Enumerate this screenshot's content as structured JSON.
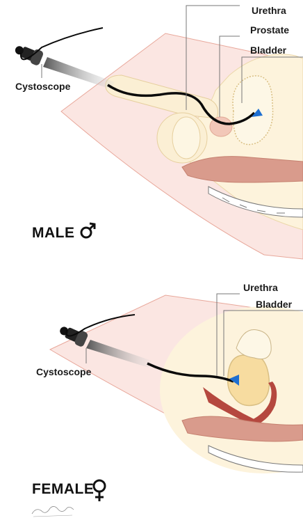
{
  "male": {
    "title": "MALE",
    "symbol": "♂",
    "labels": {
      "urethra": "Urethra",
      "prostate": "Prostate",
      "bladder": "Bladder",
      "cystoscope": "Cystoscope"
    }
  },
  "female": {
    "title": "FEMALE",
    "symbol": "♀",
    "labels": {
      "urethra": "Urethra",
      "bladder": "Bladder",
      "cystoscope": "Cystoscope"
    }
  },
  "colors": {
    "wedge_fill": "#fbe6e2",
    "wedge_stroke": "#e8a79a",
    "tissue": "#fbf0d6",
    "tissue_stroke": "#e6cf9e",
    "bladder": "#f7dca0",
    "rectum": "#d99b8c",
    "uterus": "#b5483f",
    "scope_tip": "#1e6fd1",
    "cable": "#0a0a0a"
  },
  "icons": [
    "cystoscope-icon",
    "male-symbol-icon",
    "female-symbol-icon",
    "signature-mark"
  ]
}
